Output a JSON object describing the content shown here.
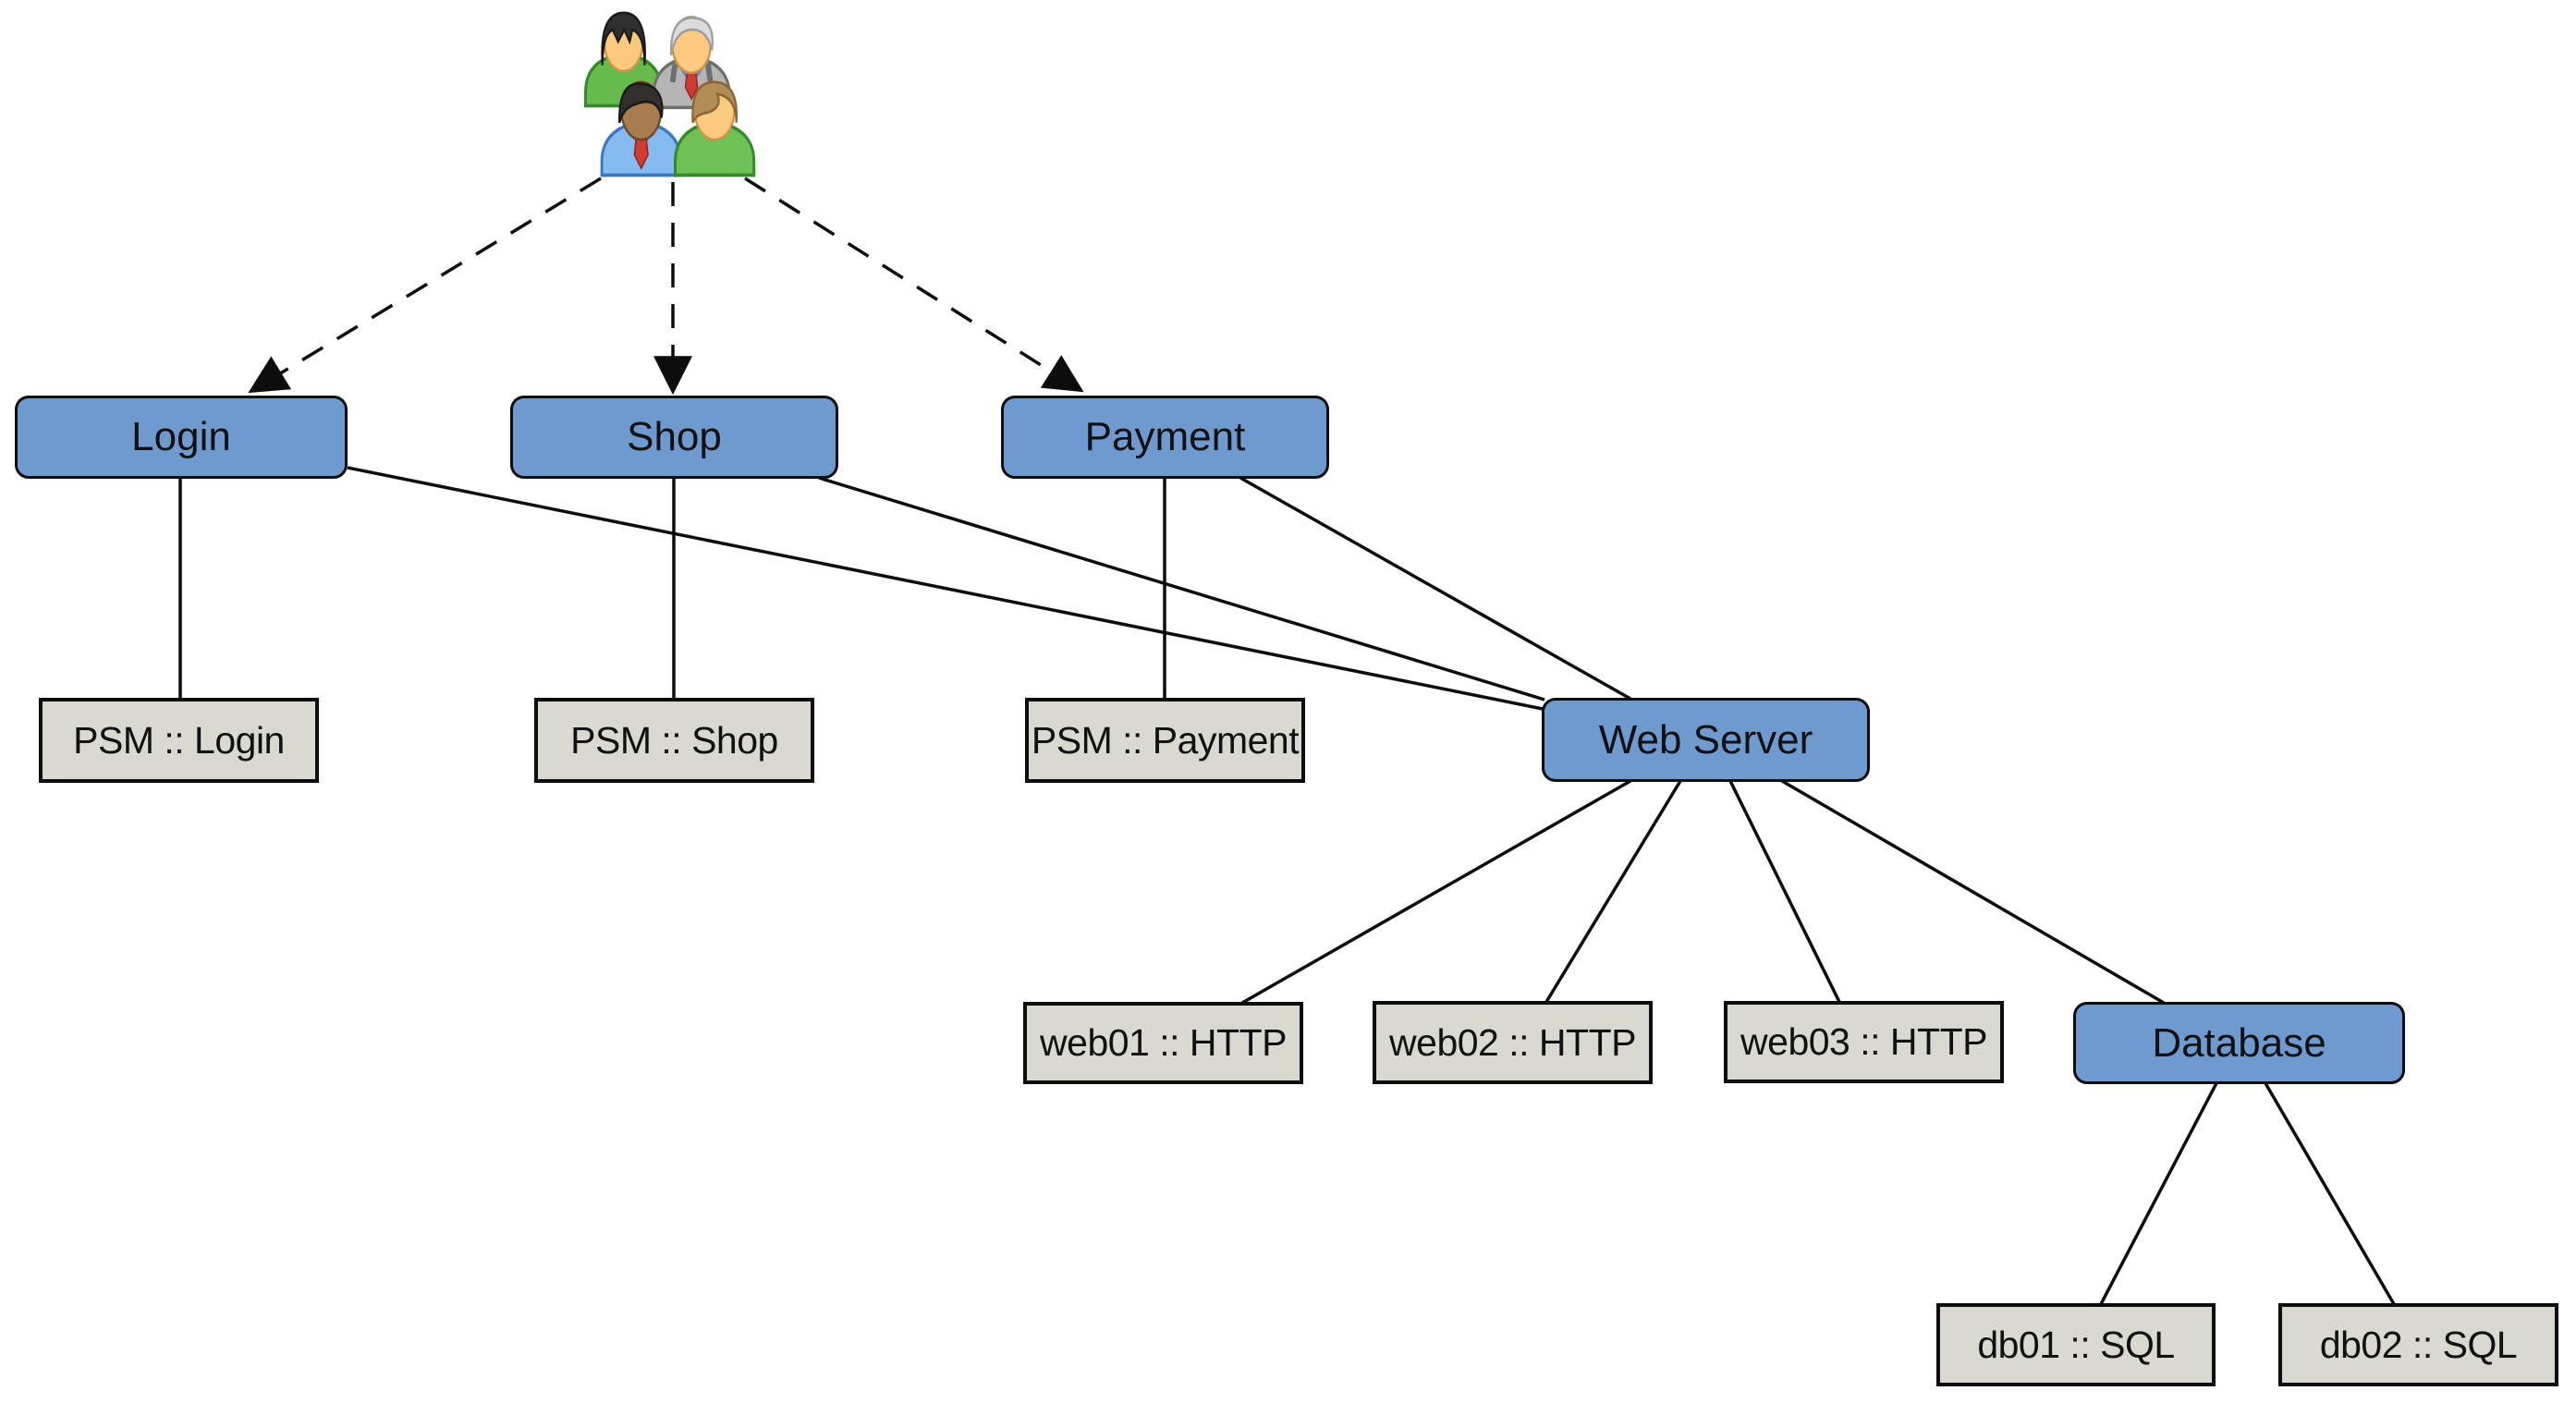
{
  "diagram": {
    "background": "#ffffff",
    "colors": {
      "background": "#ffffff",
      "node_blue": "#6f9ad0",
      "node_gray": "#d9d9d2",
      "node_border": "#0d0d0d",
      "edge": "#0d0d0d",
      "text": "#111111"
    },
    "icon": {
      "name": "users-icon"
    },
    "nodes": {
      "login": {
        "label": "Login",
        "color": "blue"
      },
      "shop": {
        "label": "Shop",
        "color": "blue"
      },
      "payment": {
        "label": "Payment",
        "color": "blue"
      },
      "webserver": {
        "label": "Web Server",
        "color": "blue"
      },
      "database": {
        "label": "Database",
        "color": "blue"
      },
      "psm_login": {
        "label": "PSM :: Login",
        "color": "gray"
      },
      "psm_shop": {
        "label": "PSM :: Shop",
        "color": "gray"
      },
      "psm_payment": {
        "label": "PSM :: Payment",
        "color": "gray"
      },
      "web01": {
        "label": "web01 :: HTTP",
        "color": "gray"
      },
      "web02": {
        "label": "web02 :: HTTP",
        "color": "gray"
      },
      "web03": {
        "label": "web03 :: HTTP",
        "color": "gray"
      },
      "db01": {
        "label": "db01 :: SQL",
        "color": "gray"
      },
      "db02": {
        "label": "db02 :: SQL",
        "color": "gray"
      }
    },
    "edges": [
      {
        "from": "users",
        "to": "login",
        "style": "dashed-arrow"
      },
      {
        "from": "users",
        "to": "shop",
        "style": "dashed-arrow"
      },
      {
        "from": "users",
        "to": "payment",
        "style": "dashed-arrow"
      },
      {
        "from": "login",
        "to": "psm_login",
        "style": "solid"
      },
      {
        "from": "shop",
        "to": "psm_shop",
        "style": "solid"
      },
      {
        "from": "payment",
        "to": "psm_payment",
        "style": "solid"
      },
      {
        "from": "login",
        "to": "webserver",
        "style": "solid"
      },
      {
        "from": "shop",
        "to": "webserver",
        "style": "solid"
      },
      {
        "from": "payment",
        "to": "webserver",
        "style": "solid"
      },
      {
        "from": "webserver",
        "to": "web01",
        "style": "solid"
      },
      {
        "from": "webserver",
        "to": "web02",
        "style": "solid"
      },
      {
        "from": "webserver",
        "to": "web03",
        "style": "solid"
      },
      {
        "from": "webserver",
        "to": "database",
        "style": "solid"
      },
      {
        "from": "database",
        "to": "db01",
        "style": "solid"
      },
      {
        "from": "database",
        "to": "db02",
        "style": "solid"
      }
    ]
  }
}
